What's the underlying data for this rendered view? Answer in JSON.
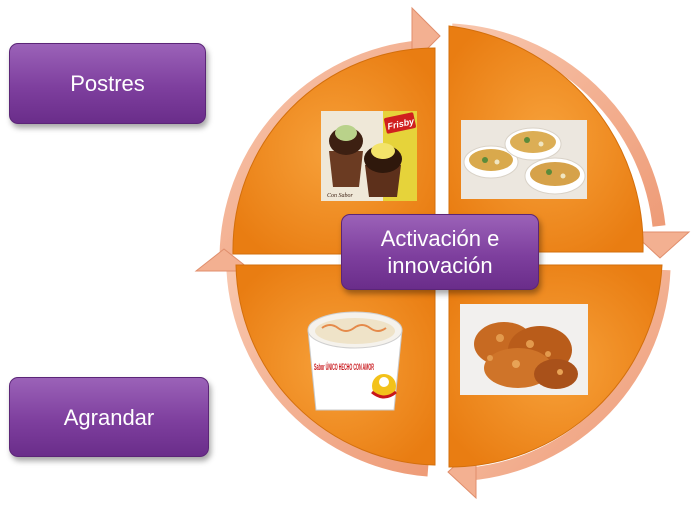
{
  "labels": {
    "top_left": "Postres",
    "bottom_left": "Agrandar",
    "center": "Activación e innovación"
  },
  "photos": {
    "top_left_brand": "Frisby",
    "top_left_caption": "Con Sabor",
    "bottom_left_cup_text": "Sabor ÚNICO HECHO CON AMOR"
  },
  "colors": {
    "quadrant_orange": "#f28a1c",
    "ring_peach": "#f3b091",
    "box_purple": "#7e3f9e"
  },
  "icons": {
    "top_left": "dessert-photo",
    "top_right": "soup-photo",
    "bottom_left": "coleslaw-cup-photo",
    "bottom_right": "fried-chicken-photo"
  }
}
